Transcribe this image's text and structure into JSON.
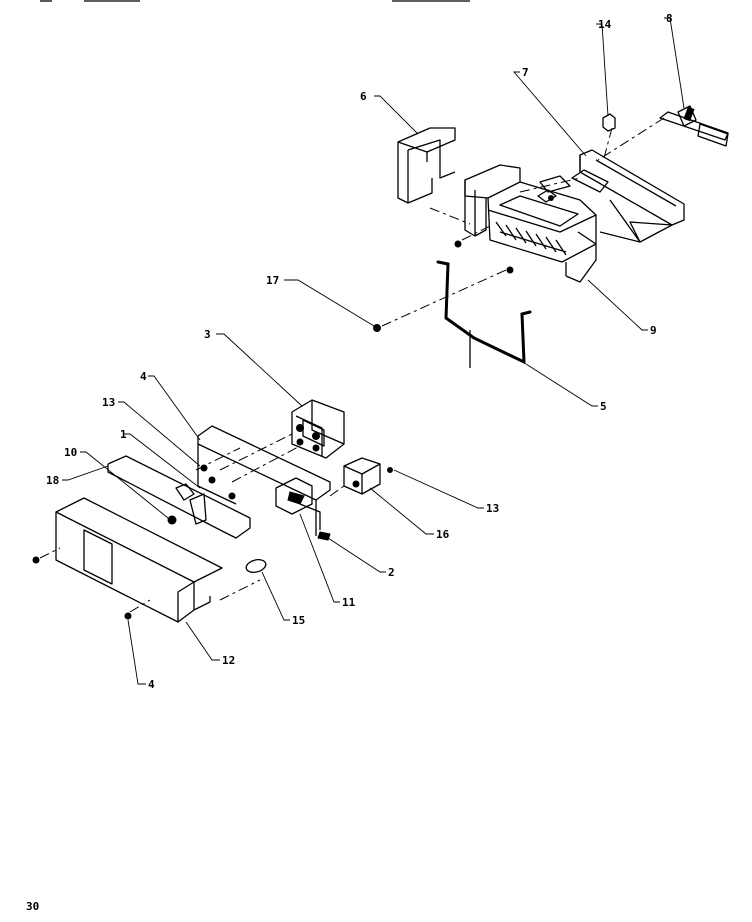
{
  "page_number": "30",
  "callouts": [
    "14",
    "8",
    "7",
    "6",
    "9",
    "17",
    "5",
    "3",
    "4",
    "13",
    "1",
    "10",
    "18",
    "13",
    "16",
    "2",
    "11",
    "15",
    "12",
    "4"
  ]
}
